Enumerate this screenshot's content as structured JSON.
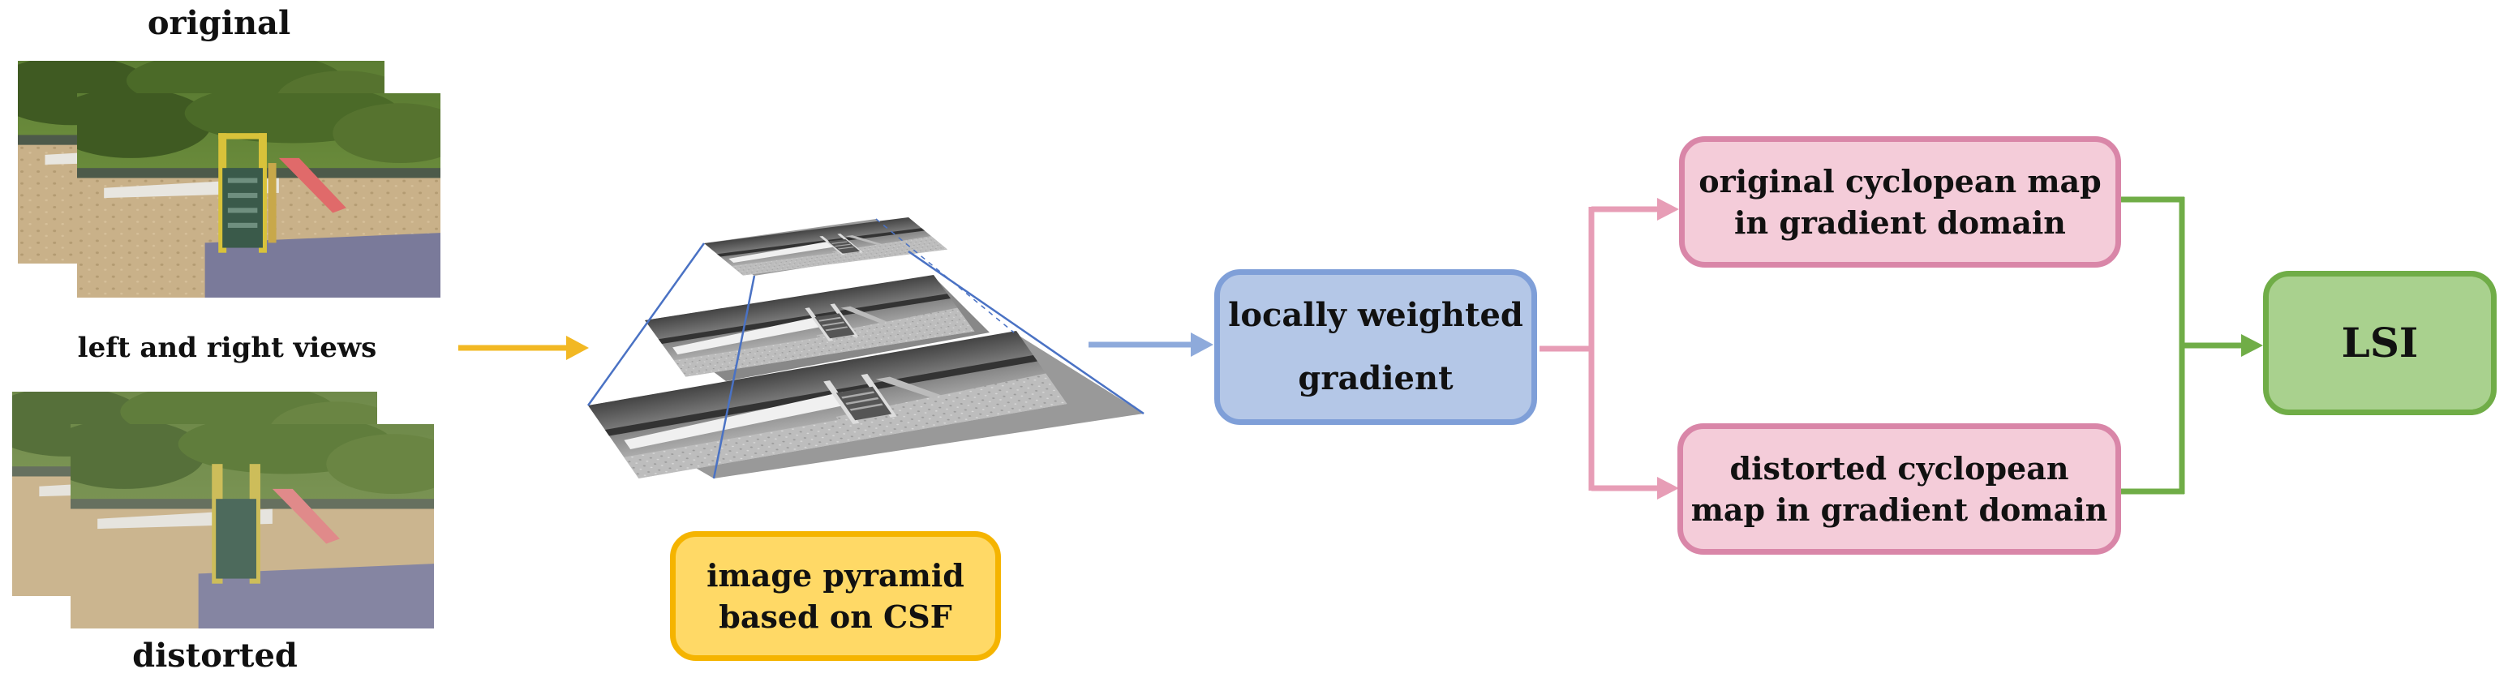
{
  "inputs": {
    "top_label": "original",
    "middle_label": "left and right views",
    "bottom_label": "distorted"
  },
  "pyramid": {
    "caption_line1": "image pyramid",
    "caption_line2": "based on CSF"
  },
  "gradient_box": {
    "line1": "locally weighted",
    "line2": "gradient"
  },
  "original_map_box": {
    "line1": "original cyclopean map",
    "line2": "in gradient domain"
  },
  "distorted_map_box": {
    "line1": "distorted cyclopean",
    "line2": "map in gradient domain"
  },
  "output_box": {
    "label": "LSI"
  },
  "colors": {
    "yellow_arrow": "#f2b823",
    "blue_arrow": "#8eaadb",
    "pink_arrow": "#e79db6",
    "green_arrow": "#70ad47",
    "yellow_fill": "#ffd966",
    "yellow_border": "#f5b400",
    "blue_fill": "#b4c7e7",
    "blue_border": "#7f9fd8",
    "pink_fill": "#f4ccd9",
    "pink_border": "#d986a8",
    "green_fill": "#a9d18e",
    "green_border": "#70ad47"
  },
  "icons": [
    "playground-photo-original-left",
    "playground-photo-original-right",
    "playground-photo-distorted-left",
    "playground-photo-distorted-right",
    "grayscale-pyramid-level"
  ]
}
